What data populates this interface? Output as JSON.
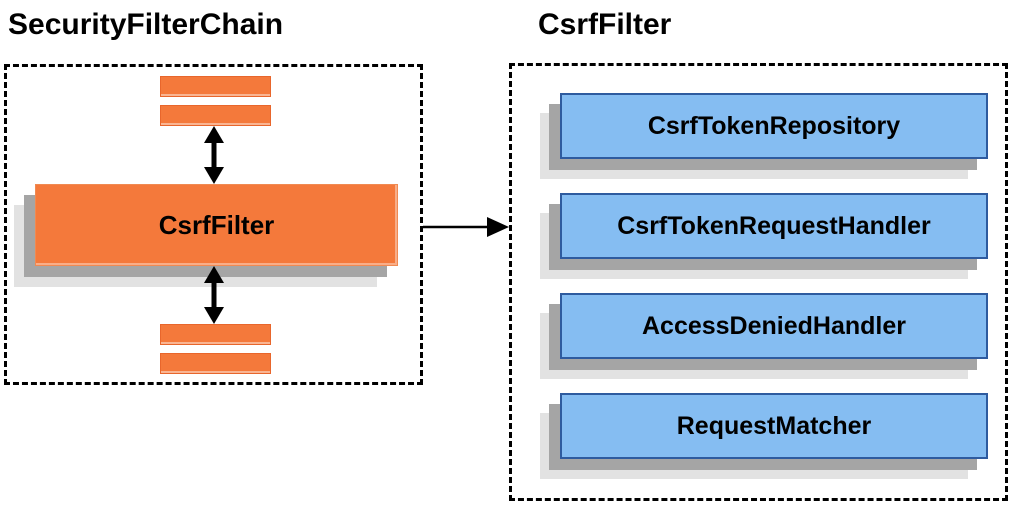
{
  "left_panel": {
    "title": "SecurityFilterChain",
    "filter_box": {
      "label": "CsrfFilter"
    }
  },
  "right_panel": {
    "title": "CsrfFilter",
    "components": [
      {
        "label": "CsrfTokenRepository"
      },
      {
        "label": "CsrfTokenRequestHandler"
      },
      {
        "label": "AccessDeniedHandler"
      },
      {
        "label": "RequestMatcher"
      }
    ]
  },
  "icons": {
    "up_down_arrow": "↕",
    "flow_arrow": "→"
  },
  "colors": {
    "orange_fill": "#F4793B",
    "orange_border": "#E8662C",
    "blue_fill": "#85BDF2",
    "blue_border": "#2E5B9F",
    "shadow_dark": "#A5A5A5",
    "shadow_light": "#E2E2E2",
    "dashed_border": "#000000",
    "arrow": "#000000",
    "text": "#000000",
    "background": "#FFFFFF"
  }
}
